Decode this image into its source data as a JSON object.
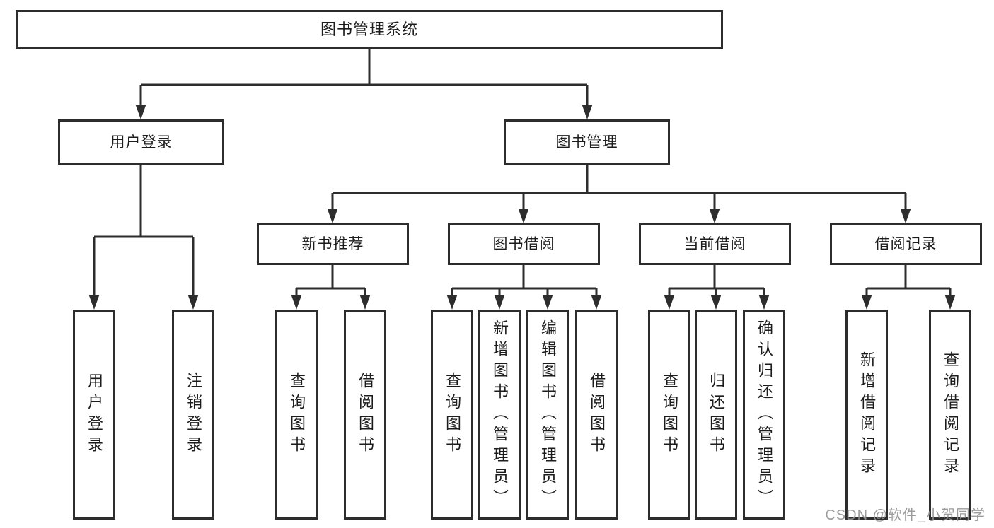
{
  "tree": {
    "root": {
      "label": "图书管理系统"
    },
    "user_login": {
      "label": "用户登录",
      "children": [
        {
          "label": "用户登录"
        },
        {
          "label": "注销登录"
        }
      ]
    },
    "book_management": {
      "label": "图书管理",
      "sections": [
        {
          "label": "新书推荐",
          "children": [
            {
              "label": "查询图书"
            },
            {
              "label": "借阅图书"
            }
          ]
        },
        {
          "label": "图书借阅",
          "children": [
            {
              "label": "查询图书"
            },
            {
              "label": "新增图书（管理员）"
            },
            {
              "label": "编辑图书（管理员）"
            },
            {
              "label": "借阅图书"
            }
          ]
        },
        {
          "label": "当前借阅",
          "children": [
            {
              "label": "查询图书"
            },
            {
              "label": "归还图书"
            },
            {
              "label": "确认归还（管理员）"
            }
          ]
        },
        {
          "label": "借阅记录",
          "children": [
            {
              "label": "新增借阅记录"
            },
            {
              "label": "查询借阅记录"
            }
          ]
        }
      ]
    }
  },
  "watermark": "CSDN @软件_小贺同学",
  "colors": {
    "box_border": "#2d2d2d",
    "connector": "#2d2d2d",
    "text": "#1c1c1c",
    "watermark": "#919191",
    "background": "#ffffff"
  }
}
